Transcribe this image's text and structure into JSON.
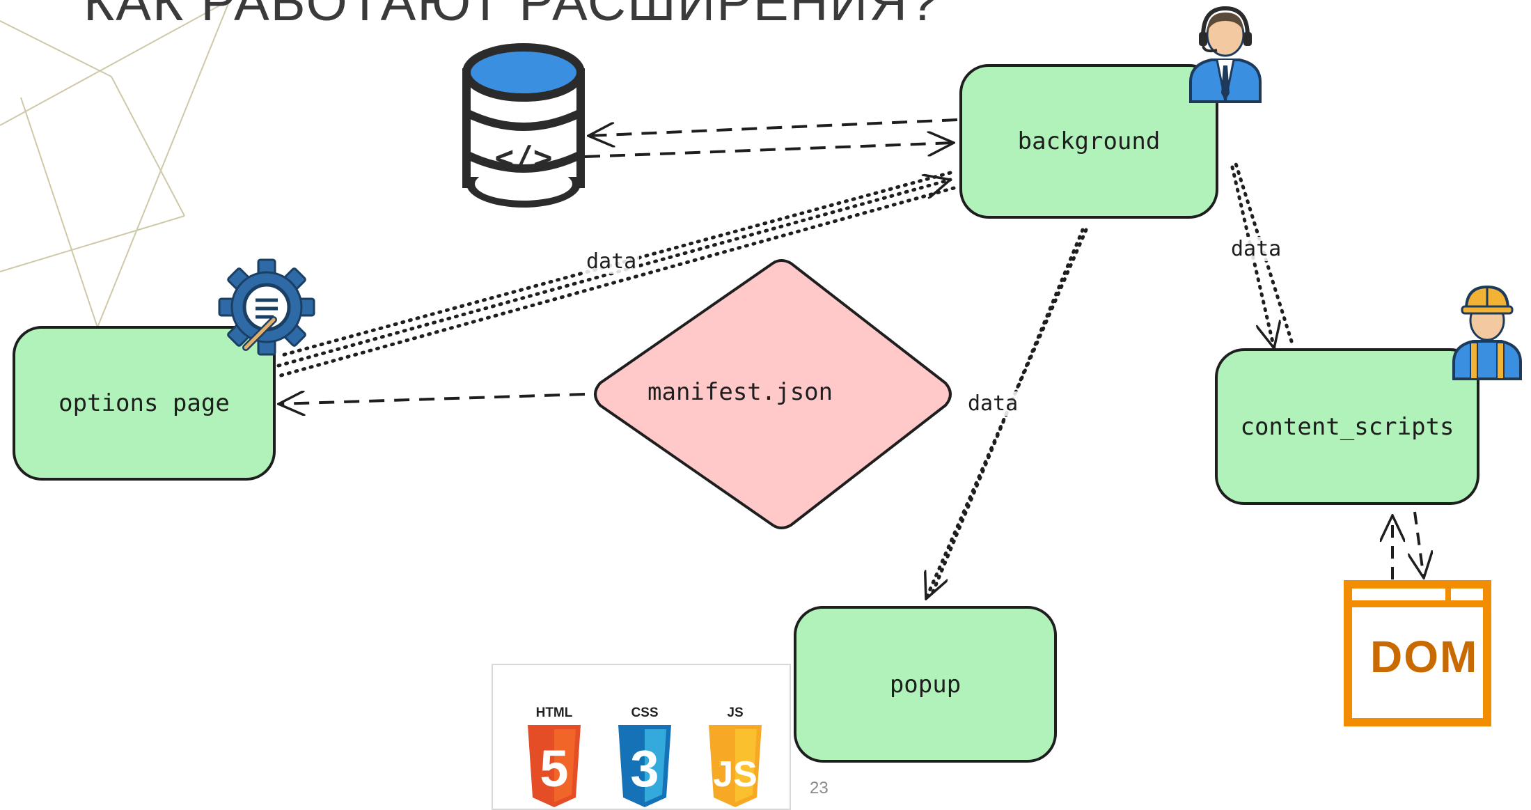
{
  "slide": {
    "title": "КАК РАБОТАЮТ РАСШИРЕНИЯ?",
    "page_number": "23"
  },
  "diagram": {
    "nodes": {
      "background": "background",
      "options_page": "options page",
      "content_scripts": "content_scripts",
      "popup": "popup",
      "manifest": "manifest.json"
    },
    "edge_labels": {
      "options_to_background": "data",
      "popup_to_background": "data",
      "content_to_background": "data"
    }
  },
  "logos": {
    "html": "HTML",
    "html_mark": "5",
    "css": "CSS",
    "css_mark": "3",
    "js": "JS",
    "js_mark": "JS",
    "dom": "DOM"
  },
  "icons": [
    "database-icon",
    "support-agent-icon",
    "settings-gear-icon",
    "worker-icon",
    "dom-window-icon",
    "html5-icon",
    "css3-icon",
    "js-icon"
  ],
  "colors": {
    "node_fill": "#b1f2ba",
    "manifest_fill": "#ffc9c9",
    "database_blue": "#3b8fe0",
    "gear_blue": "#2d6aa6",
    "dom_orange": "#f28c00",
    "html_orange": "#e44d26",
    "css_blue": "#1572b6",
    "js_yellow": "#f7a825"
  }
}
